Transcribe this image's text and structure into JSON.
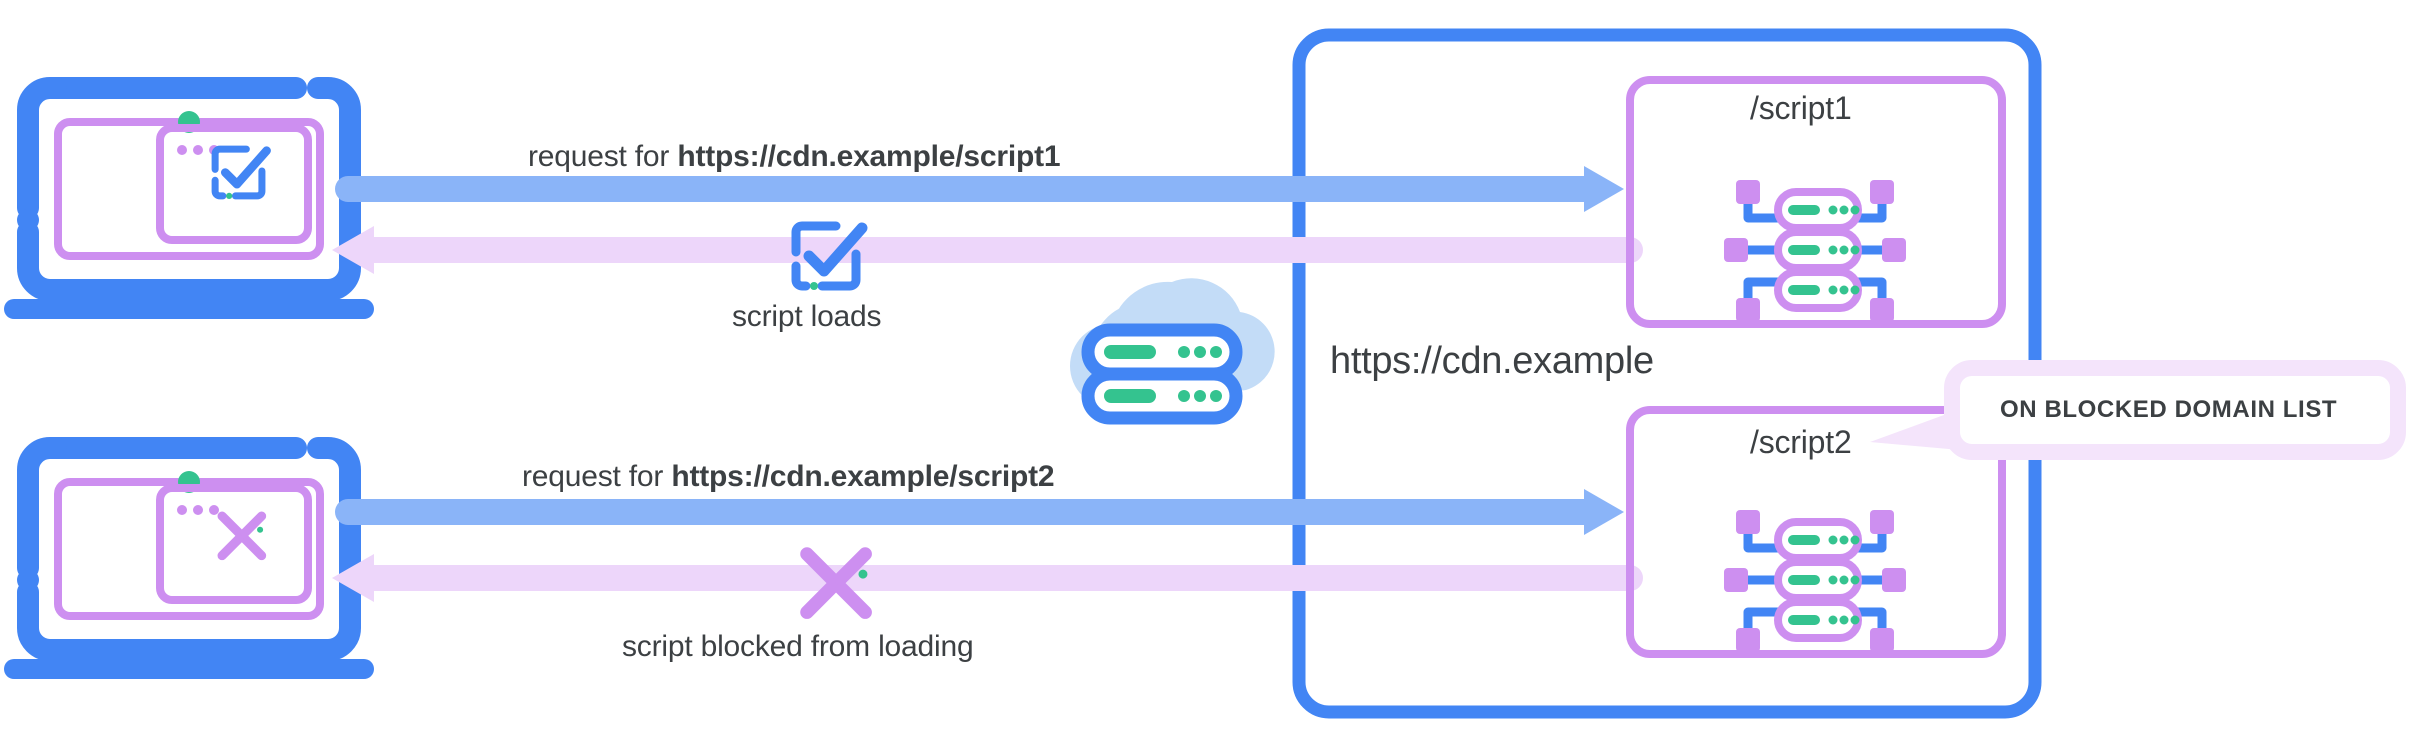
{
  "diagram": {
    "title": "CDN script loading and blocking flow",
    "colors": {
      "device_blue": "#4285f4",
      "arrow_blue": "#8ab4f8",
      "accent_purple": "#cd8ff0",
      "arrow_purple": "#edd6fa",
      "callout_fill": "#f4e4fb",
      "green": "#34c38f",
      "cloud_light": "#c3dcf7",
      "text": "#3c4043"
    }
  },
  "flows": [
    {
      "id": "allowed",
      "request_prefix": "request for ",
      "request_url": "https://cdn.example/script1",
      "status": "script loads",
      "device_icon": "check-mark-icon",
      "result_icon": "check-mark-icon"
    },
    {
      "id": "blocked",
      "request_prefix": "request for ",
      "request_url": "https://cdn.example/script2",
      "status": "script blocked from loading",
      "device_icon": "cross-mark-icon",
      "result_icon": "cross-mark-icon"
    }
  ],
  "cdn": {
    "label": "https://cdn.example",
    "icon": "cloud-server-icon",
    "resources": [
      {
        "name": "/script1",
        "icon": "server-rack-icon"
      },
      {
        "name": "/script2",
        "icon": "server-rack-icon"
      }
    ]
  },
  "callout": {
    "text": "ON BLOCKED DOMAIN LIST",
    "points_to": "/script2"
  }
}
